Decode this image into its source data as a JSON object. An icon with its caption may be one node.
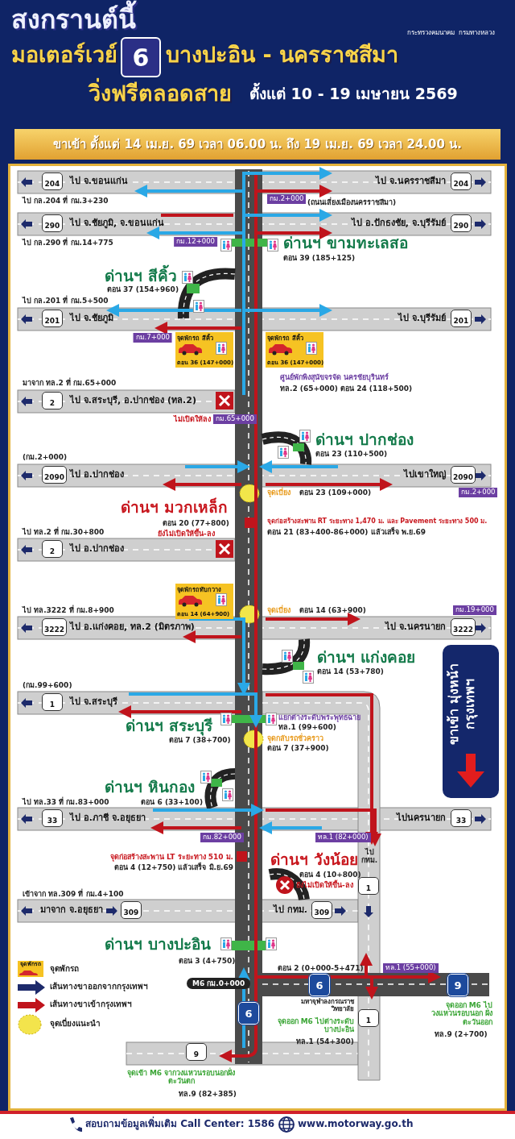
{
  "diagram": {
    "nodes": [
      {
        "text": [
          "จุดพักรถ สีคิ้ว",
          "ตอน 36 (147+000)"
        ]
      },
      {
        "text": [
          "จุดพักรถ สีคิ้ว",
          "ตอน 36 (147+000)"
        ]
      },
      {
        "text": [
          "จุดพักรถทับกวาง",
          "ตอน 14 (64+900)"
        ]
      }
    ],
    "labels": [
      "สงกรานต์นี้",
      "กระทรวงคมนาคม",
      "กรมทางหลวง",
      "มอเตอร์เวย์",
      "6",
      "บางปะอิน - นครราชสีมา",
      "วิ่งฟรีตลอดสาย",
      "ตั้งแต่ 10 - 19 เมษายน 2569",
      "ขาเข้า ตั้งแต่ 14 เม.ย. 69 เวลา 06.00 น. ถึง 19 เม.ย. 69 เวลา 24.00 น.",
      "204",
      "ไป จ.ขอนแก่น",
      "ไป จ.นครราชสีมา",
      "204",
      "ไป กล.204 ที่ กม.3+230",
      "กม.2+000",
      "(ถนนเลี่ยงเมืองนครราชสีมา)",
      "290",
      "ไป จ.ชัยภูมิ, จ.ขอนแก่น",
      "ไป อ.ปักธงชัย, จ.บุรีรัมย์",
      "290",
      "ไป กล.290 ที่ กม.14+775",
      "กม.12+000",
      "ด่านฯ ขามทะเลสอ",
      "ตอน 39 (185+125)",
      "ด่านฯ สีคิ้ว",
      "ตอน 37 (154+960)",
      "ไป กล.201 ที่ กม.5+500",
      "201",
      "ไป จ.ชัยภูมิ",
      "ไป จ.บุรีรัมย์",
      "201",
      "กม.7+000",
      "ศูนย์พักพิงสุนัขจรจัด นครชัยบุรินทร์",
      "ทล.2 (65+000) ตอน 24 (118+500)",
      "มาจาก ทล.2 ที่ กม.65+000",
      "2",
      "ไป จ.สระบุรี, อ.ปากช่อง (ทล.2)",
      "ไม่เปิดให้ลง",
      "กม.65+000",
      "ด่านฯ ปากช่อง",
      "ตอน 23 (110+500)",
      "(กม.2+000)",
      "2090",
      "ไป อ.ปากช่อง",
      "ไปเขาใหญ่",
      "2090",
      "จุดเบี่ยง",
      "ตอน 23 (109+000)",
      "กม.2+000",
      "ด่านฯ มวกเหล็ก",
      "ตอน 20 (77+800)",
      "ยังไม่เปิดให้ขึ้น-ลง",
      "จุดก่อสร้างสะพาน RT ระยะทาง 1,470 ม. และ Pavement ระยะทาง 500 ม.",
      "ไป ทล.2 ที่ กม.30+800",
      "ตอน 21 (83+400-86+000) แล้วเสร็จ พ.ย.69",
      "2",
      "ไป อ.ปากช่อง",
      "จุดเบี่ยง",
      "ตอน 14 (63+900)",
      "ไป ทล.3222 ที่ กม.8+900",
      "กม.19+000",
      "3222",
      "ไป อ.แก่งคอย, ทล.2 (มิตรภาพ)",
      "ไป จ.นครนายก",
      "3222",
      "ด่านฯ แก่งคอย",
      "ตอน 14 (53+780)",
      "ขาเข้า มุ่งหน้า กรุงเทพฯ",
      "(กม.99+600)",
      "1",
      "ไป จ.สระบุรี",
      "ด่านฯ สระบุรี",
      "แยกต่างระดับพระพุทธฉาย",
      "ทล.1 (99+600)",
      "ตอน 7 (38+700)",
      "จุดกลับรถชั่วคราว",
      "ตอน 7 (37+900)",
      "ด่านฯ หินกอง",
      "ตอน 6 (33+100)",
      "ไป ทล.33 ที่ กม.83+000",
      "33",
      "ไป อ.ภาชี จ.อยุธยา",
      "ไปนครนายก",
      "33",
      "กม.82+000",
      "ทล.1 (82+000)",
      "จุดก่อสร้างสะพาน LT ระยะทาง 510 ม.",
      "ตอน 4 (12+750) แล้วเสร็จ มิ.ย.69",
      "ด่านฯ วังน้อย",
      "ตอน 4 (10+800)",
      "ยังไม่เปิดให้ขึ้น-ลง",
      "ไป กทม.",
      "1",
      "เข้าจาก ทล.309 ที่ กม.4+100",
      "มาจาก จ.อยุธยา",
      "309",
      "ไป กทม.",
      "309",
      "ด่านฯ บางปะอิน",
      "ตอน 3 (4+750)",
      "จุดพักรถ",
      "ตอน 2 (0+000-5+471)",
      "ทล.1 (55+000)",
      "M6 กม.0+000",
      "6",
      "9",
      "มหาจุฬาลงกรณราชวิทยาลัย",
      "6",
      "จุดออก M6 ไปต่างระดับบางปะอิน",
      "ทล.1 (54+300)",
      "1",
      "จุดออก M6 ไปวงแหวนรอบนอก ฝั่งตะวันออก",
      "ทล.9 (2+700)",
      "9",
      "จุดเข้า M6 จากวงแหวนรอบนอกฝั่งตะวันตก",
      "ทล.9 (82+385)",
      "สอบถามข้อมูลเพิ่มเติม Call Center: 1586",
      "www.motorway.go.th"
    ],
    "legend": [
      {
        "text": "จุดพักรถ"
      },
      {
        "text": "เส้นทางขาออกจากกรุงเทพฯ"
      },
      {
        "text": "เส้นทางขาเข้ากรุงเทพฯ"
      },
      {
        "text": "จุดเบี่ยงแนะนำ",
        "color": "#f3e44c"
      }
    ]
  }
}
